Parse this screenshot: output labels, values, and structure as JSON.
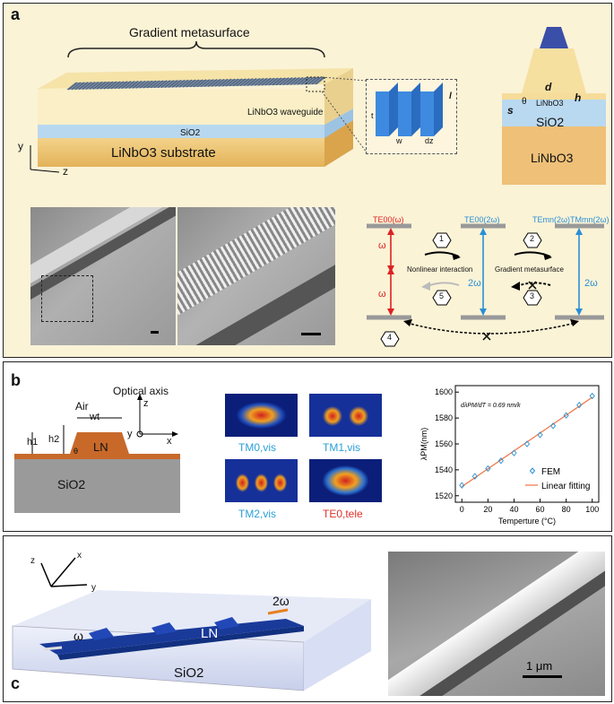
{
  "panel_a": {
    "label": "a",
    "gradient_metasurface_title": "Gradient metasurface",
    "waveguide_label": "LiNbO3 waveguide",
    "sio2_label": "SiO2",
    "substrate_label": "LiNbO3 substrate",
    "axis_y": "y",
    "axis_z": "z",
    "inset_t": "t",
    "inset_w": "w",
    "inset_dz": "dz",
    "inset_l": "l",
    "cross_d": "d",
    "cross_h": "h",
    "cross_s": "s",
    "cross_theta": "θ",
    "cross_linbo3_small": "LiNbO3",
    "cross_sio2": "SiO2",
    "cross_linbo3": "LiNbO3",
    "diagram": {
      "te00_w": "TE00(ω)",
      "te00_2w": "TE00(2ω)",
      "temn_2w": "TEmn(2ω)",
      "tmmn_2w": "TMmn(2ω)",
      "omega_top": "ω",
      "omega_bottom": "ω",
      "two_omega_mid": "2ω",
      "two_omega_right": "2ω",
      "nonlinear": "Nonlinear interaction",
      "gradient": "Gradient metasurface",
      "n1": "1",
      "n2": "2",
      "n3": "3",
      "n4": "4",
      "n5": "5"
    }
  },
  "panel_b": {
    "label": "b",
    "air": "Air",
    "optical_axis": "Optical axis",
    "axis_z": "z",
    "axis_y": "y",
    "axis_x": "x",
    "wt": "wt",
    "h1": "h1",
    "h2": "h2",
    "theta": "θ",
    "ln": "LN",
    "sio2": "SiO2",
    "modes": [
      "TM0,vis",
      "TM1,vis",
      "TM2,vis",
      "TE0,tele"
    ],
    "mode_colors": [
      "#2a9fd6",
      "#2a9fd6",
      "#2a9fd6",
      "#e0312b"
    ]
  },
  "chart_data": {
    "type": "scatter",
    "xlabel": "Temperture (°C)",
    "ylabel": "λPM(nm)",
    "xlim": [
      -5,
      105
    ],
    "ylim": [
      1515,
      1605
    ],
    "xticks": [
      0,
      20,
      40,
      60,
      80,
      100
    ],
    "yticks": [
      1520,
      1540,
      1560,
      1580,
      1600
    ],
    "annotation": "dλPM/dT = 0.69 nm/k",
    "series": [
      {
        "name": "FEM",
        "kind": "points",
        "color": "#2a8fcf",
        "x": [
          0,
          10,
          20,
          30,
          40,
          50,
          60,
          70,
          80,
          90,
          100
        ],
        "y": [
          1528,
          1535,
          1541,
          1547,
          1553,
          1560,
          1567,
          1574,
          1582,
          1590,
          1597
        ]
      },
      {
        "name": "Linear fitting",
        "kind": "line",
        "color": "#f07040",
        "x": [
          0,
          100
        ],
        "y": [
          1527,
          1596
        ]
      }
    ],
    "legend_position": "bottom-right"
  },
  "panel_c": {
    "label": "c",
    "axis_z": "z",
    "axis_x": "x",
    "axis_y": "y",
    "omega": "ω",
    "two_omega": "2ω",
    "ln": "LN",
    "sio2": "SiO2",
    "scalebar": "1 μm"
  }
}
